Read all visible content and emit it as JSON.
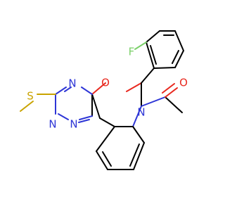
{
  "molecule": {
    "atoms": {
      "fluorine": {
        "label": "F",
        "color": "#7bd06a"
      },
      "oxygen_ring": {
        "label": "O",
        "color": "#e8291f"
      },
      "oxygen_carbonyl": {
        "label": "O",
        "color": "#e8291f"
      },
      "nitrogen_amide": {
        "label": "N",
        "color": "#2d35d6"
      },
      "nitrogen_1": {
        "label": "N",
        "color": "#2d35d6"
      },
      "nitrogen_2": {
        "label": "N",
        "color": "#2d35d6"
      },
      "nitrogen_3": {
        "label": "N",
        "color": "#2d35d6"
      },
      "sulfur": {
        "label": "S",
        "color": "#c9a300"
      }
    }
  }
}
